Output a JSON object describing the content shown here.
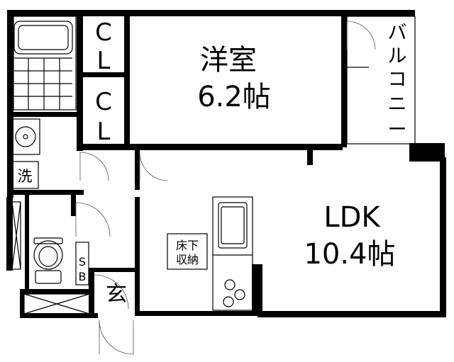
{
  "rooms": {
    "western_room": {
      "name": "洋室",
      "size": "6.2帖"
    },
    "ldk": {
      "name": "LDK",
      "size": "10.4帖"
    },
    "closet_top": {
      "line1": "C",
      "line2": "L"
    },
    "closet_bottom": {
      "line1": "C",
      "line2": "L"
    },
    "balcony": {
      "chars": [
        "バ",
        "ル",
        "コ",
        "ニ",
        "ー"
      ]
    },
    "washer": {
      "label": "洗"
    },
    "entrance": {
      "label": "玄"
    },
    "shoe_box": {
      "line1": "S",
      "line2": "B"
    },
    "floor_storage": {
      "line1": "床下",
      "line2": "収納"
    }
  }
}
